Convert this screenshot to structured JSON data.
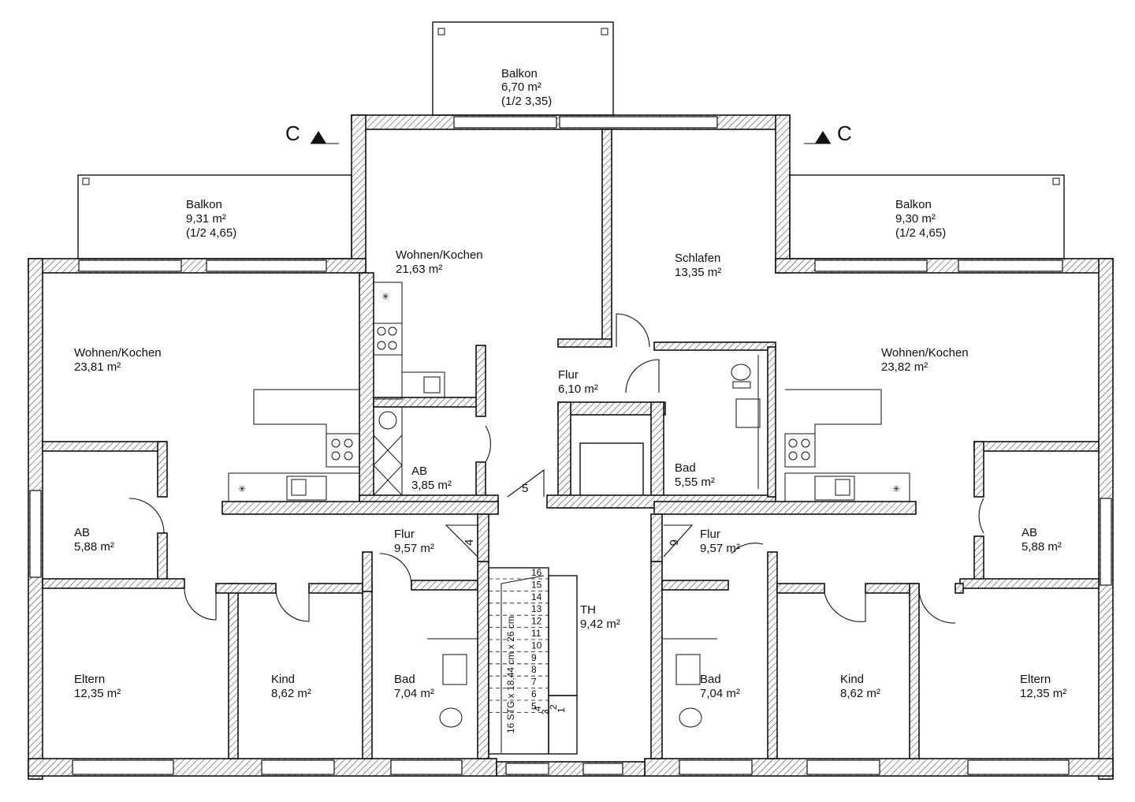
{
  "section_marker": {
    "left": "C",
    "right": "C"
  },
  "rooms": [
    {
      "id": "balkon-top",
      "name": "Balkon",
      "area": "6,70 m²",
      "half": "(1/2 3,35)"
    },
    {
      "id": "balkon-left",
      "name": "Balkon",
      "area": "9,31 m²",
      "half": "(1/2 4,65)"
    },
    {
      "id": "balkon-right",
      "name": "Balkon",
      "area": "9,30 m²",
      "half": "(1/2 4,65)"
    },
    {
      "id": "wohnen-mitte",
      "name": "Wohnen/Kochen",
      "area": "21,63 m²"
    },
    {
      "id": "schlafen",
      "name": "Schlafen",
      "area": "13,35 m²"
    },
    {
      "id": "wohnen-links",
      "name": "Wohnen/Kochen",
      "area": "23,81 m²"
    },
    {
      "id": "wohnen-rechts",
      "name": "Wohnen/Kochen",
      "area": "23,82 m²"
    },
    {
      "id": "flur-mitte",
      "name": "Flur",
      "area": "6,10 m²"
    },
    {
      "id": "ab-mitte",
      "name": "AB",
      "area": "3,85 m²"
    },
    {
      "id": "bad-mitte",
      "name": "Bad",
      "area": "5,55 m²"
    },
    {
      "id": "ab-links",
      "name": "AB",
      "area": "5,88 m²"
    },
    {
      "id": "ab-rechts",
      "name": "AB",
      "area": "5,88 m²"
    },
    {
      "id": "flur-links",
      "name": "Flur",
      "area": "9,57 m²"
    },
    {
      "id": "flur-rechts",
      "name": "Flur",
      "area": "9,57 m²"
    },
    {
      "id": "th",
      "name": "TH",
      "area": "9,42 m²"
    },
    {
      "id": "eltern-links",
      "name": "Eltern",
      "area": "12,35 m²"
    },
    {
      "id": "kind-links",
      "name": "Kind",
      "area": "8,62 m²"
    },
    {
      "id": "bad-links",
      "name": "Bad",
      "area": "7,04 m²"
    },
    {
      "id": "bad-rechts",
      "name": "Bad",
      "area": "7,04 m²"
    },
    {
      "id": "kind-rechts",
      "name": "Kind",
      "area": "8,62 m²"
    },
    {
      "id": "eltern-rechts",
      "name": "Eltern",
      "area": "12,35 m²"
    }
  ],
  "door_numbers": [
    "5",
    "4",
    "6"
  ],
  "stair": {
    "label": "16 STG x 18,44 cm x 26 cm",
    "steps": [
      "16",
      "15",
      "14",
      "13",
      "12",
      "11",
      "10",
      "9",
      "8",
      "7",
      "6",
      "5",
      "4",
      "3",
      "2",
      "1"
    ]
  }
}
